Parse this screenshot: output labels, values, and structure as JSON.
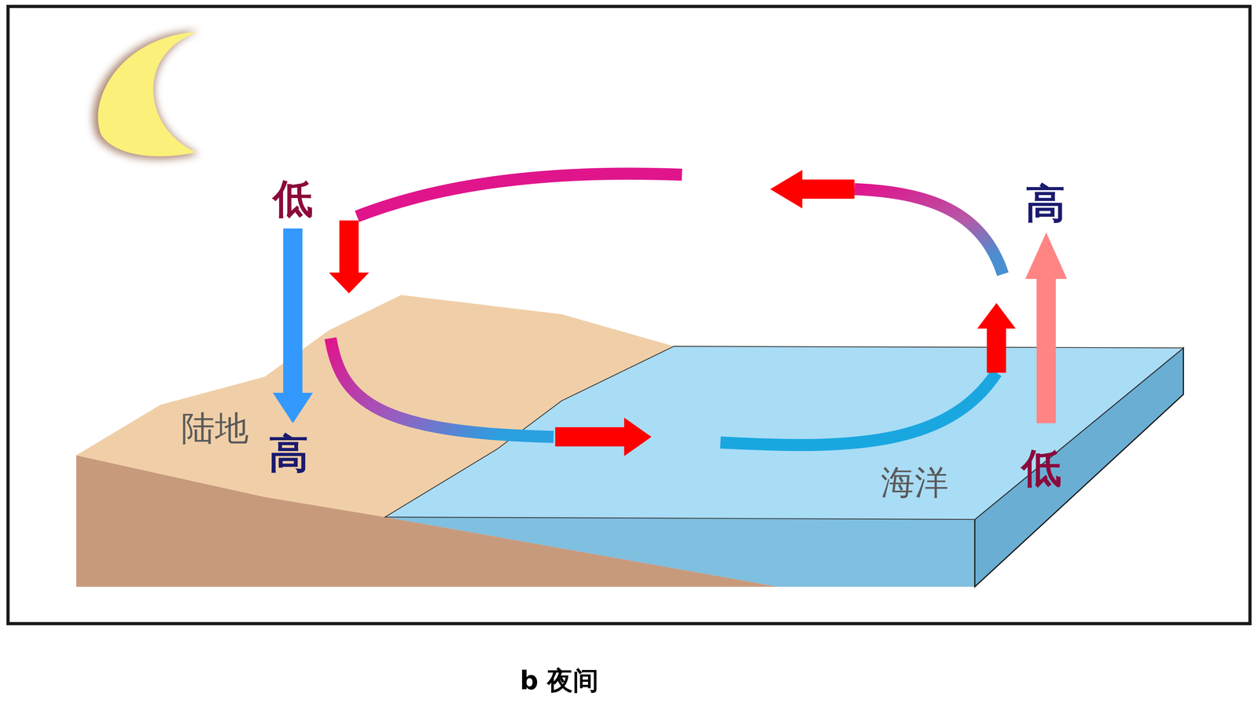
{
  "diagram": {
    "caption": "b 夜间",
    "labels": [
      "低",
      "高",
      "陆地",
      "高",
      "海洋",
      "低"
    ]
  }
}
